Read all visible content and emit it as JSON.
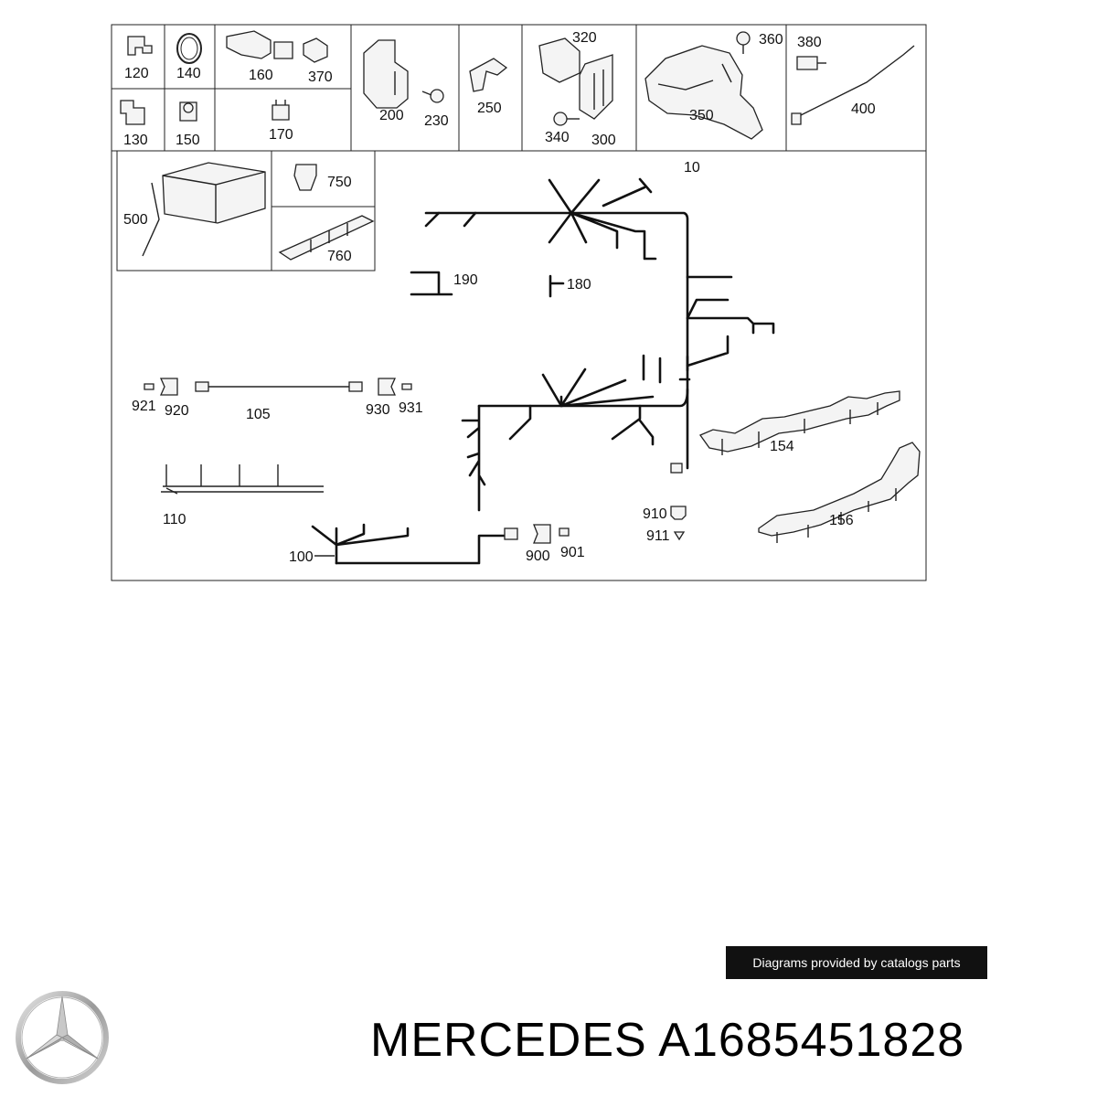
{
  "diagram": {
    "labels": {
      "l120": "120",
      "l140": "140",
      "l160": "160",
      "l370": "370",
      "l200": "200",
      "l230": "230",
      "l250": "250",
      "l320": "320",
      "l340": "340",
      "l300": "300",
      "l360": "360",
      "l350": "350",
      "l380": "380",
      "l400": "400",
      "l130": "130",
      "l150": "150",
      "l170": "170",
      "l500": "500",
      "l750": "750",
      "l760": "760",
      "l10": "10",
      "l190": "190",
      "l180": "180",
      "l921": "921",
      "l920": "920",
      "l105": "105",
      "l930": "930",
      "l931": "931",
      "l154": "154",
      "l156": "156",
      "l910": "910",
      "l911": "911",
      "l110": "110",
      "l100": "100",
      "l900": "900",
      "l901": "901"
    }
  },
  "footer": {
    "credit": "Diagrams provided by catalogs parts",
    "brand_name": "MERCEDES",
    "part_number": "A1685451828",
    "brand_title": "MERCEDES A1685451828"
  }
}
